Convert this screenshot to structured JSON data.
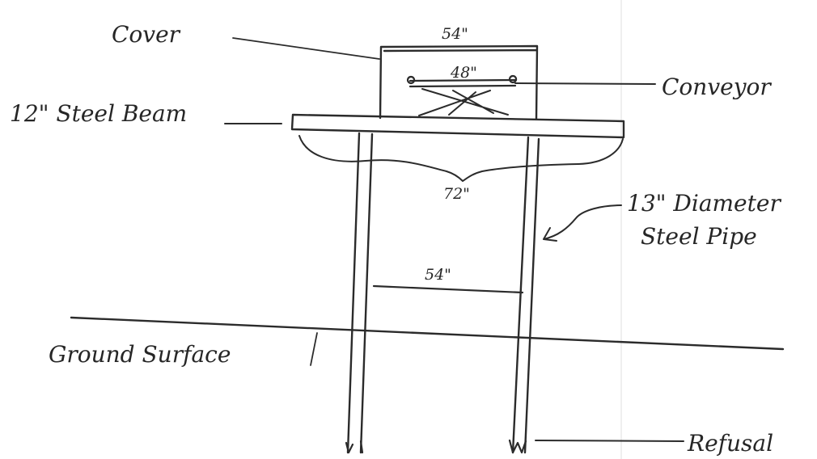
{
  "labels": {
    "cover": "Cover",
    "conveyor": "Conveyor",
    "beam": "12\" Steel Beam",
    "pipe_line1": "13\" Diameter",
    "pipe_line2": "Steel Pipe",
    "ground": "Ground Surface",
    "refusal": "Refusal"
  },
  "dimensions": {
    "cover_width": "54\"",
    "conveyor_width": "48\"",
    "beam_length": "72\"",
    "pipe_spacing": "54\""
  },
  "colors": {
    "ink": "#2b2b2b",
    "paper": "#ffffff"
  }
}
